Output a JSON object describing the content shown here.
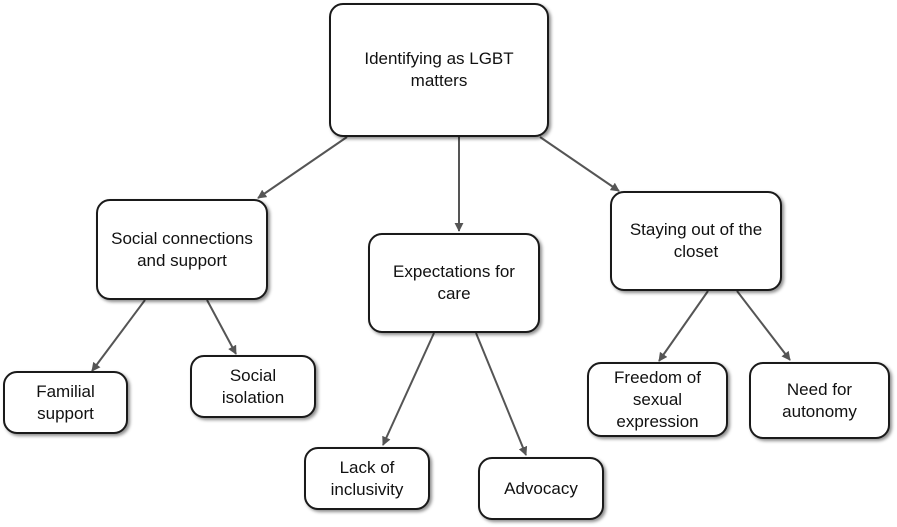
{
  "diagram": {
    "type": "concept-map",
    "colors": {
      "border": "#1a1a1a",
      "edge": "#555555",
      "fill": "#ffffff",
      "text": "#111111"
    },
    "nodes": [
      {
        "id": "root",
        "label": "Identifying as LGBT matters"
      },
      {
        "id": "social",
        "label": "Social connections and support"
      },
      {
        "id": "care",
        "label": "Expectations for care"
      },
      {
        "id": "closet",
        "label": "Staying out of the closet"
      },
      {
        "id": "familial",
        "label": "Familial support"
      },
      {
        "id": "isolation",
        "label": "Social isolation"
      },
      {
        "id": "inclusivity",
        "label": "Lack of inclusivity"
      },
      {
        "id": "advocacy",
        "label": "Advocacy"
      },
      {
        "id": "freedom",
        "label": "Freedom of sexual expression"
      },
      {
        "id": "autonomy",
        "label": "Need for autonomy"
      }
    ],
    "edges": [
      {
        "from": "root",
        "to": "social"
      },
      {
        "from": "root",
        "to": "care"
      },
      {
        "from": "root",
        "to": "closet"
      },
      {
        "from": "social",
        "to": "familial"
      },
      {
        "from": "social",
        "to": "isolation"
      },
      {
        "from": "care",
        "to": "inclusivity"
      },
      {
        "from": "care",
        "to": "advocacy"
      },
      {
        "from": "closet",
        "to": "freedom"
      },
      {
        "from": "closet",
        "to": "autonomy"
      }
    ]
  }
}
